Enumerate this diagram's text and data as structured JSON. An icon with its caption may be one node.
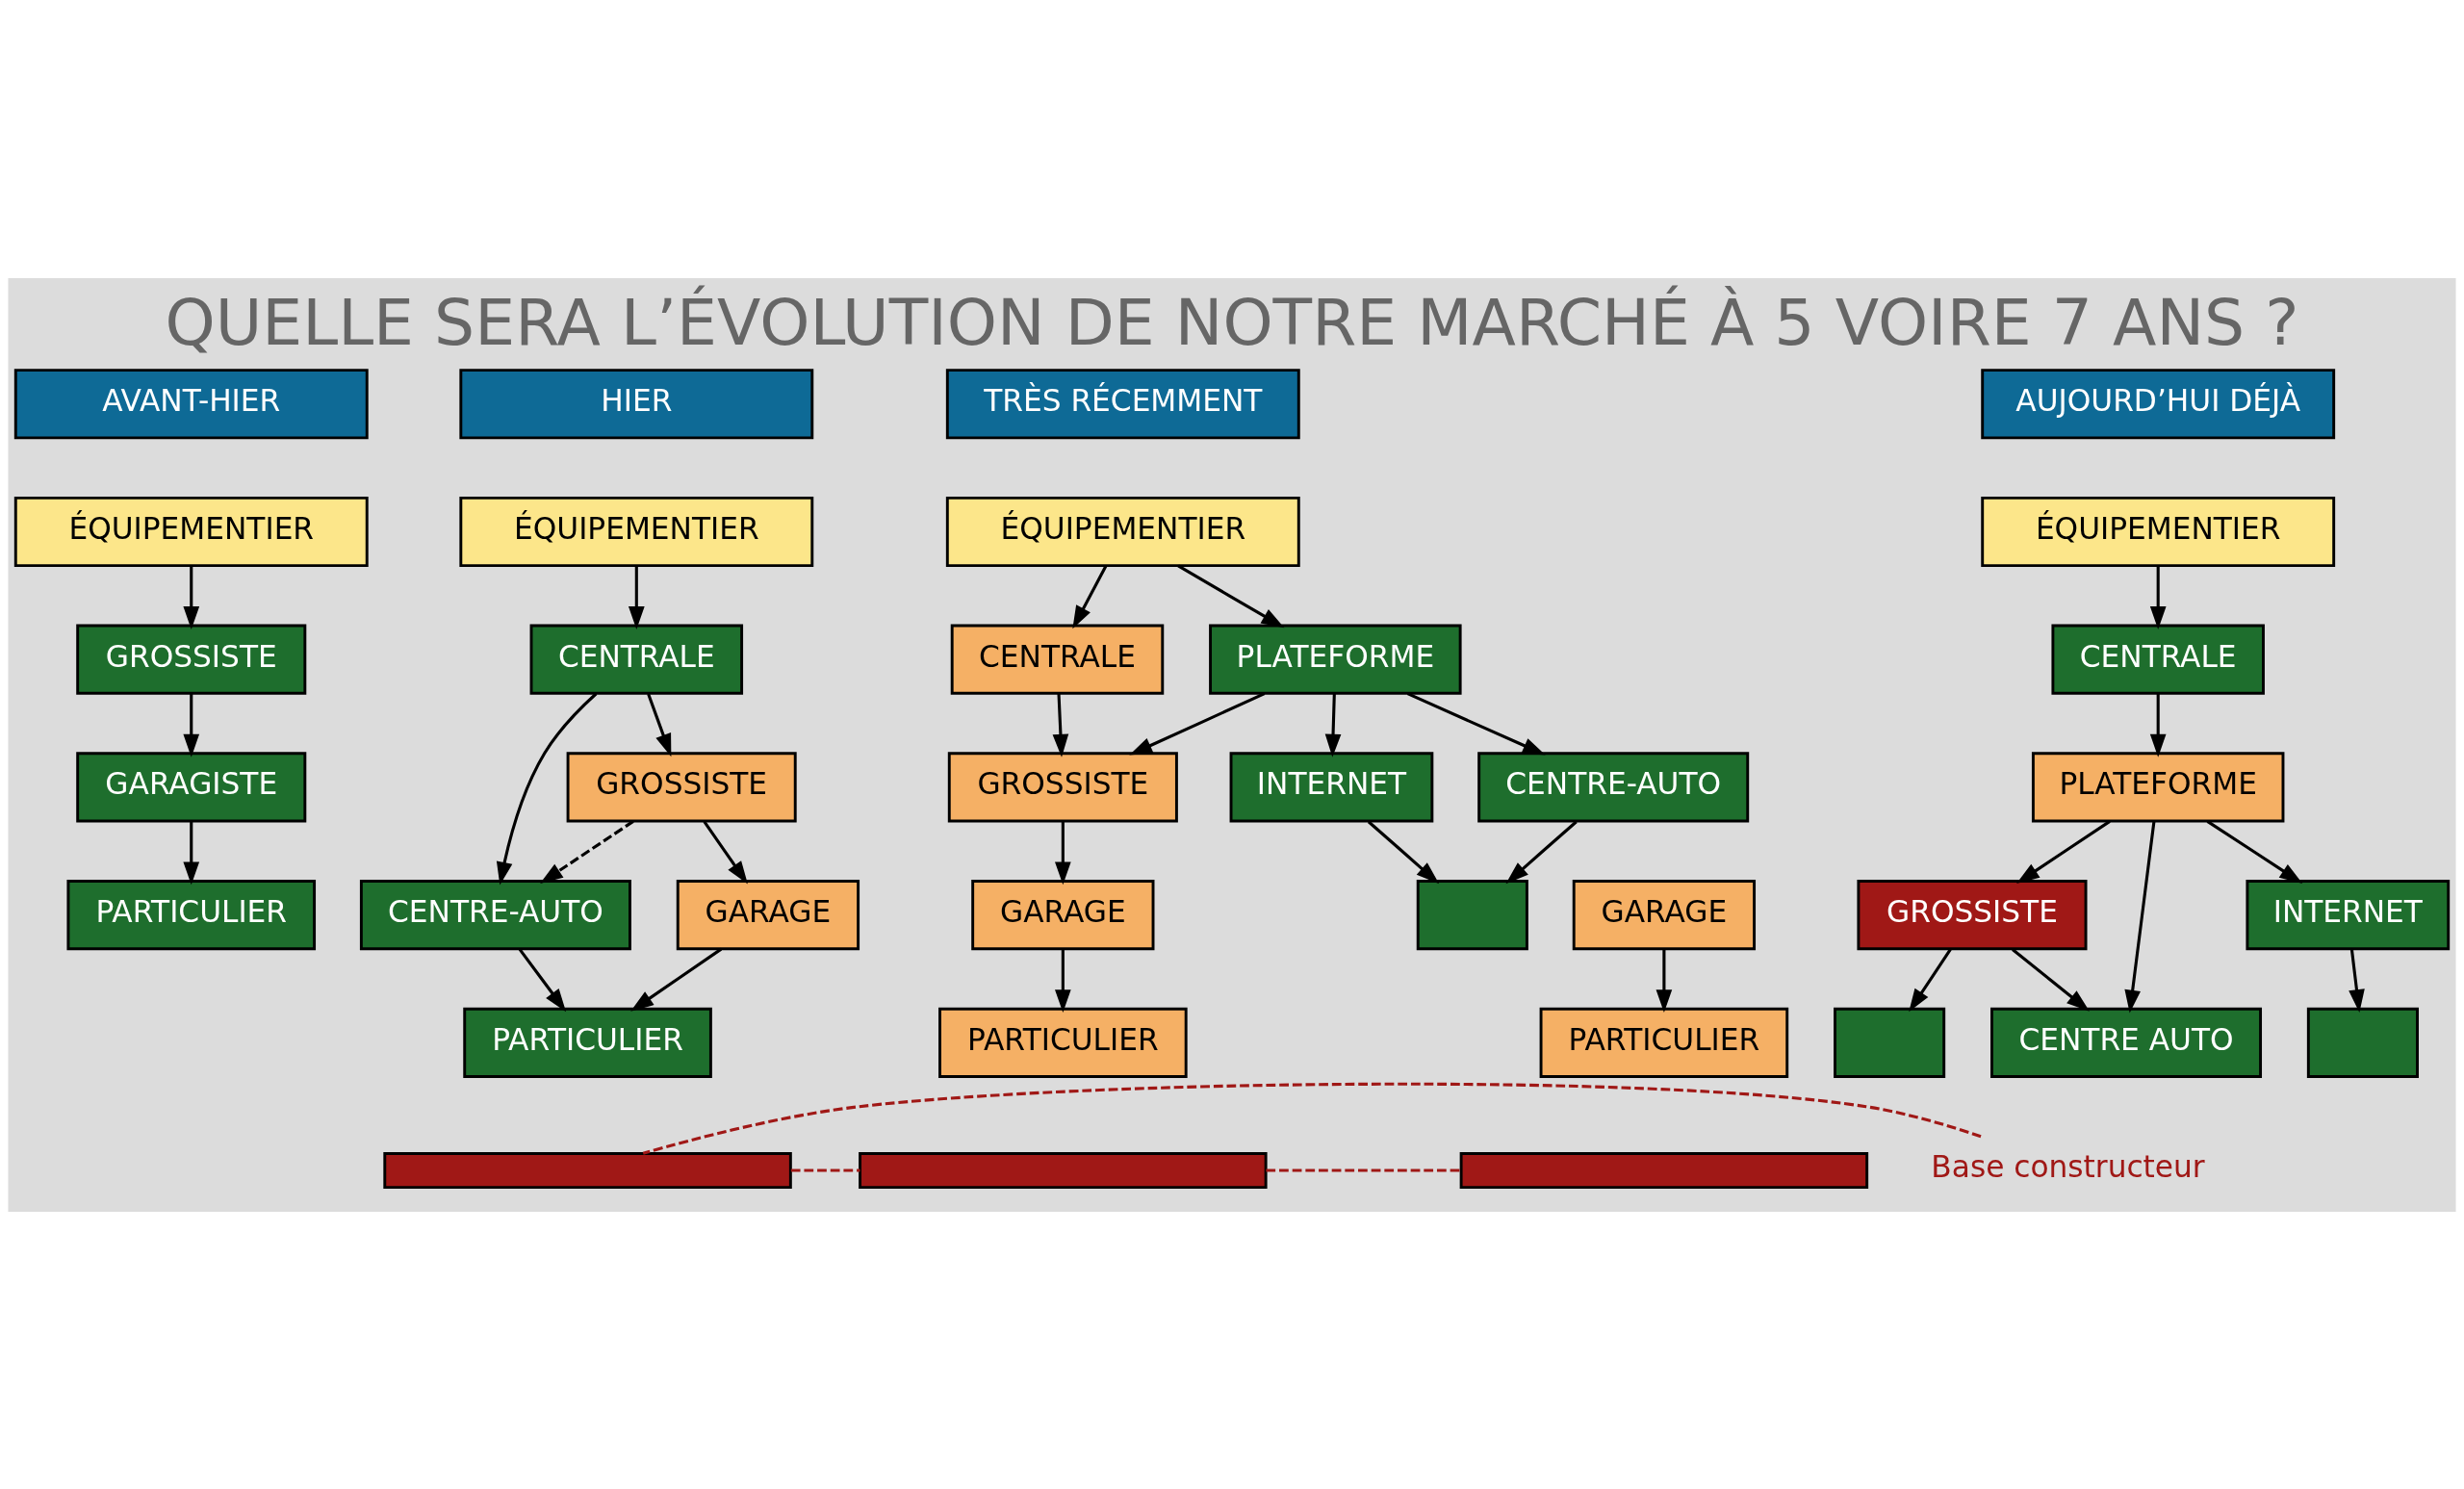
{
  "diagram": {
    "title": "QUELLE SERA L’ÉVOLUTION DE NOTRE MARCHÉ À 5 VOIRE 7 ANS ?",
    "nodes": [
      {
        "text": [
          "AVANT-HIER"
        ]
      },
      {
        "text": [
          "ÉQUIPEMENTIER"
        ]
      },
      {
        "text": [
          "GROSSISTE"
        ]
      },
      {
        "text": [
          "GARAGISTE"
        ]
      },
      {
        "text": [
          "PARTICULIER"
        ]
      },
      {
        "text": [
          "HIER"
        ]
      },
      {
        "text": [
          "ÉQUIPEMENTIER"
        ]
      },
      {
        "text": [
          "CENTRALE"
        ]
      },
      {
        "text": [
          "GROSSISTE"
        ]
      },
      {
        "text": [
          "CENTRE-AUTO"
        ]
      },
      {
        "text": [
          "GARAGE"
        ]
      },
      {
        "text": [
          "PARTICULIER"
        ]
      },
      {
        "text": [],
        "shape": "bar"
      },
      {
        "text": [
          "TRÈS RÉCEMMENT"
        ]
      },
      {
        "text": [
          "ÉQUIPEMENTIER"
        ]
      },
      {
        "text": [
          "PLATEFORME"
        ]
      },
      {
        "text": [
          "CENTRALE"
        ]
      },
      {
        "text": [
          "GROSSISTE"
        ]
      },
      {
        "text": [
          "INTERNET"
        ]
      },
      {
        "text": [
          "CENTRE-AUTO"
        ]
      },
      {
        "text": [
          "GARAGE"
        ]
      },
      {
        "text": [],
        "shape": "box"
      },
      {
        "text": [
          "PARTICULIER"
        ]
      },
      {
        "text": [],
        "shape": "bar"
      },
      {
        "text": [
          "AUJOURD’HUI DÉJÀ"
        ]
      },
      {
        "text": [
          "ÉQUIPEMENTIER"
        ]
      },
      {
        "text": [
          "CENTRALE"
        ]
      },
      {
        "text": [
          "PLATEFORME"
        ]
      },
      {
        "text": [
          "GROSSISTE"
        ]
      },
      {
        "text": [
          "INTERNET"
        ]
      },
      {
        "text": [
          "CENTRE AUTO"
        ]
      },
      {
        "text": [
          "GARAGE"
        ]
      },
      {
        "text": [],
        "shape": "box"
      },
      {
        "text": [],
        "shape": "box"
      },
      {
        "text": [
          "PARTICULIER"
        ]
      },
      {
        "text": [],
        "shape": "bar"
      },
      {
        "text": [
          "Base constructeur"
        ]
      }
    ],
    "edges": [
      {
        "from": 1,
        "to": 2,
        "arrow": "to"
      },
      {
        "from": 2,
        "to": 3,
        "arrow": "to"
      },
      {
        "from": 3,
        "to": 4,
        "arrow": "to"
      },
      {
        "from": 6,
        "to": 7,
        "arrow": "to"
      },
      {
        "from": 7,
        "to": 8,
        "arrow": "to"
      },
      {
        "from": 7,
        "to": 9,
        "arrow": "to"
      },
      {
        "from": 8,
        "to": 9,
        "arrow": "to",
        "style": "dashed"
      },
      {
        "from": 8,
        "to": 10,
        "arrow": "to"
      },
      {
        "from": 10,
        "to": 11,
        "arrow": "to"
      },
      {
        "from": 9,
        "to": 11,
        "arrow": "to"
      },
      {
        "from": 14,
        "to": 16,
        "arrow": "to"
      },
      {
        "from": 14,
        "to": 15,
        "arrow": "to"
      },
      {
        "from": 15,
        "to": 17,
        "arrow": "to"
      },
      {
        "from": 16,
        "to": 17,
        "arrow": "to"
      },
      {
        "from": 15,
        "to": 19,
        "arrow": "to"
      },
      {
        "from": 15,
        "to": 18,
        "arrow": "to"
      },
      {
        "from": 17,
        "to": 20,
        "arrow": "to"
      },
      {
        "from": 20,
        "to": 22,
        "arrow": "to"
      },
      {
        "from": 19,
        "to": 21,
        "arrow": "to"
      },
      {
        "from": 18,
        "to": 21,
        "arrow": "to"
      },
      {
        "from": 25,
        "to": 26,
        "arrow": "to"
      },
      {
        "from": 26,
        "to": 27,
        "arrow": "to"
      },
      {
        "from": 27,
        "to": 28,
        "arrow": "to"
      },
      {
        "from": 27,
        "to": 30,
        "arrow": "to"
      },
      {
        "from": 27,
        "to": 29,
        "arrow": "to"
      },
      {
        "from": 28,
        "to": 32,
        "arrow": "to"
      },
      {
        "from": 28,
        "to": 30,
        "arrow": "to"
      },
      {
        "from": 29,
        "to": 33,
        "arrow": "to"
      },
      {
        "from": 31,
        "to": 34,
        "arrow": "to"
      },
      {
        "from": 36,
        "to": 12,
        "arrow": "none",
        "style": "dashed",
        "color": "#a01816"
      },
      {
        "from": 12,
        "to": 23,
        "arrow": "none",
        "style": "dashed",
        "color": "#a01816"
      },
      {
        "from": 23,
        "to": 35,
        "arrow": "none",
        "style": "dashed",
        "color": "#a01816"
      }
    ]
  }
}
